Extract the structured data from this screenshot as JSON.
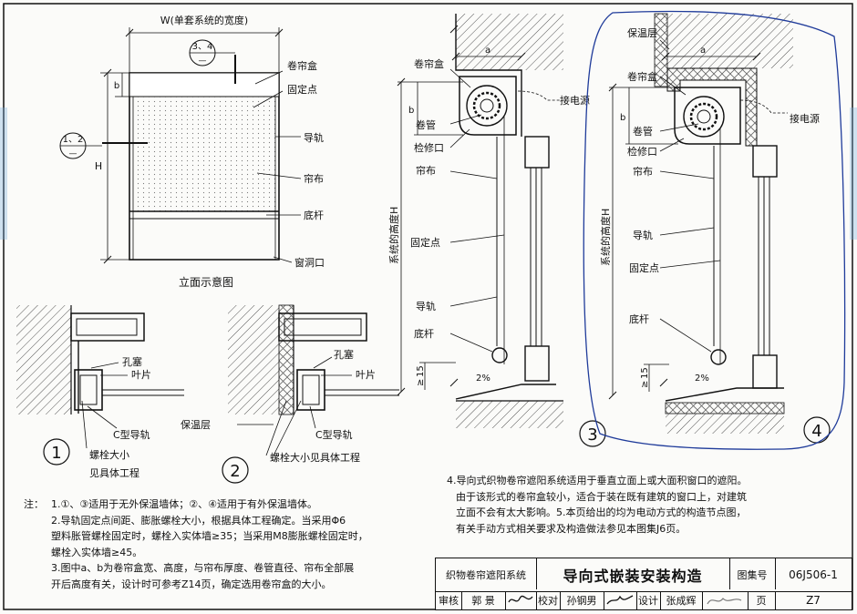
{
  "elevation": {
    "dim_width": "W(单套系统的宽度)",
    "dim_height": "H",
    "dim_b": "b",
    "ref_top": "3、4",
    "ref_left": "1、2",
    "labels": [
      "卷帘盒",
      "固定点",
      "导轨",
      "帘布",
      "底杆",
      "窗洞口"
    ],
    "caption": "立面示意图"
  },
  "section3": {
    "dim_a": "a",
    "dim_b": "b",
    "height_label": "系统的高度H",
    "labels": [
      "卷帘盒",
      "卷管",
      "检修口",
      "帘布",
      "固定点",
      "导轨",
      "底杆"
    ],
    "power": "接电源",
    "dim_15": "15",
    "ge_sign": "≥",
    "slope": "2%",
    "number": "3"
  },
  "section4": {
    "dim_a": "a",
    "dim_b": "b",
    "height_label": "系统的高度H",
    "labels": [
      "保温层",
      "卷帘盒",
      "卷管",
      "检修口",
      "帘布",
      "导轨",
      "固定点",
      "底杆"
    ],
    "power": "接电源",
    "dim_15": "15",
    "ge_sign": "≥",
    "slope": "2%",
    "number": "4"
  },
  "detail1": {
    "labels": [
      "孔塞",
      "叶片",
      "C型导轨",
      "螺栓大小",
      "见具体工程"
    ],
    "number": "1"
  },
  "detail2": {
    "labels": [
      "孔塞",
      "叶片",
      "保温层",
      "C型导轨",
      "螺栓大小见具体工程"
    ],
    "number": "2"
  },
  "notes_left": {
    "prefix": "注：",
    "lines": [
      "1.①、③适用于无外保温墙体；②、④适用于有外保温墙体。",
      "2.导轨固定点间距、膨胀螺栓大小，根据具体工程确定。当采用Φ6",
      "塑料胀管螺栓固定时，螺栓入实体墙≥35；当采用M8膨胀螺栓固定时，",
      "螺栓入实体墙≥45。",
      "3.图中a、b为卷帘盒宽、高度，与帘布厚度、卷管直径、帘布全部展",
      "开后高度有关，设计时可参考Z14页，确定选用卷帘盒的大小。"
    ]
  },
  "notes_right": {
    "lines": [
      "4.导向式织物卷帘遮阳系统适用于垂直立面上或大面积窗口的遮阳。",
      "由于该形式的卷帘盒较小，适合于装在既有建筑的窗口上，对建筑",
      "立面不会有太大影响。5.本页给出的均为电动方式的构造节点图，",
      "有关手动方式相关要求及构造做法参见本图集J6页。"
    ]
  },
  "title_block": {
    "category": "织物卷帘遮阳系统",
    "title": "导向式嵌装安装构造",
    "atlas_label": "图集号",
    "atlas_no": "06J506-1",
    "review_label": "审核",
    "reviewer": "郭 景",
    "check_label": "校对",
    "checker": "孙钢男",
    "design_label": "设计",
    "designer": "张成辉",
    "page_label": "页",
    "page_no": "Z7"
  },
  "colors": {
    "ink": "#111111",
    "highlight_outline": "#1f3b9a",
    "watermark_blue": "#7fb3dd",
    "hatch": "#555555"
  }
}
